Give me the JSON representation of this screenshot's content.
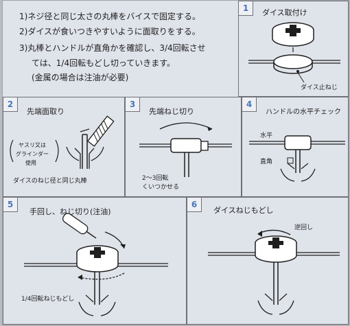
{
  "instructions": [
    "1)ネジ径と同じ太さの丸棒をバイスで固定する。",
    "2)ダイスが食いつきやすいように面取りをする。",
    "3)丸棒とハンドルが直角かを確認し、3/4回転させ",
    "ては、1/4回転もどし切っていきます。",
    "(金属の場合は注油が必要)"
  ],
  "panels": [
    {
      "num": "1",
      "title": "ダイス取付け",
      "labels": {
        "stop": "ダイス止ねじ"
      }
    },
    {
      "num": "2",
      "title": "先端面取り",
      "labels": {
        "file1": "ヤスリ又は",
        "file2": "グラインダー",
        "file3": "使用",
        "rod": "ダイスのねじ径と同じ丸棒"
      }
    },
    {
      "num": "3",
      "title": "先端ねじ切り",
      "labels": {
        "turns1": "2～3回転",
        "turns2": "くいつかせる"
      }
    },
    {
      "num": "4",
      "title": "ハンドルの水平チェック",
      "labels": {
        "level": "水平",
        "square": "直角"
      }
    },
    {
      "num": "5",
      "title": "手回し、ねじ切り(注油)",
      "labels": {
        "back": "1/4回転ねじもどし"
      }
    },
    {
      "num": "6",
      "title": "ダイスねじもどし",
      "labels": {
        "reverse": "逆回し"
      }
    }
  ],
  "colors": {
    "badge": "#4a76b8",
    "paper": "#dfe3ea",
    "line": "#1e1e1e"
  }
}
